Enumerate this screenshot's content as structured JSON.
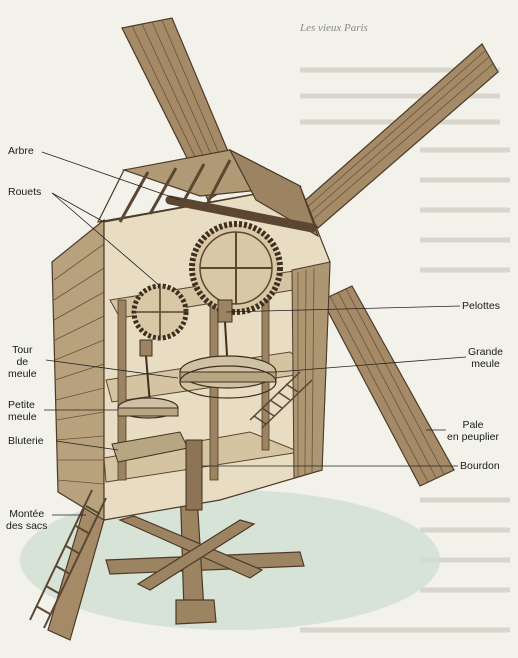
{
  "header": {
    "running_title": "Les vieux Paris"
  },
  "labels": {
    "arbre": "Arbre",
    "rouets": "Rouets",
    "tour_de_meule": [
      "Tour",
      "de",
      "meule"
    ],
    "petite_meule": [
      "Petite",
      "meule"
    ],
    "bluterie": "Bluterie",
    "montee_des_sacs": [
      "Montée",
      "des sacs"
    ],
    "pelottes": "Pelottes",
    "grande_meule": [
      "Grande",
      "meule"
    ],
    "pale": [
      "Pale",
      "en peuplier"
    ],
    "bourdon": "Bourdon"
  },
  "colors": {
    "background": "#f2f1ea",
    "wood_light": "#c8b89a",
    "wood_mid": "#9c8462",
    "wood_dark": "#5b4632",
    "interior": "#e8dcc2",
    "ground": "#cfe0d2",
    "leader": "#222222"
  }
}
